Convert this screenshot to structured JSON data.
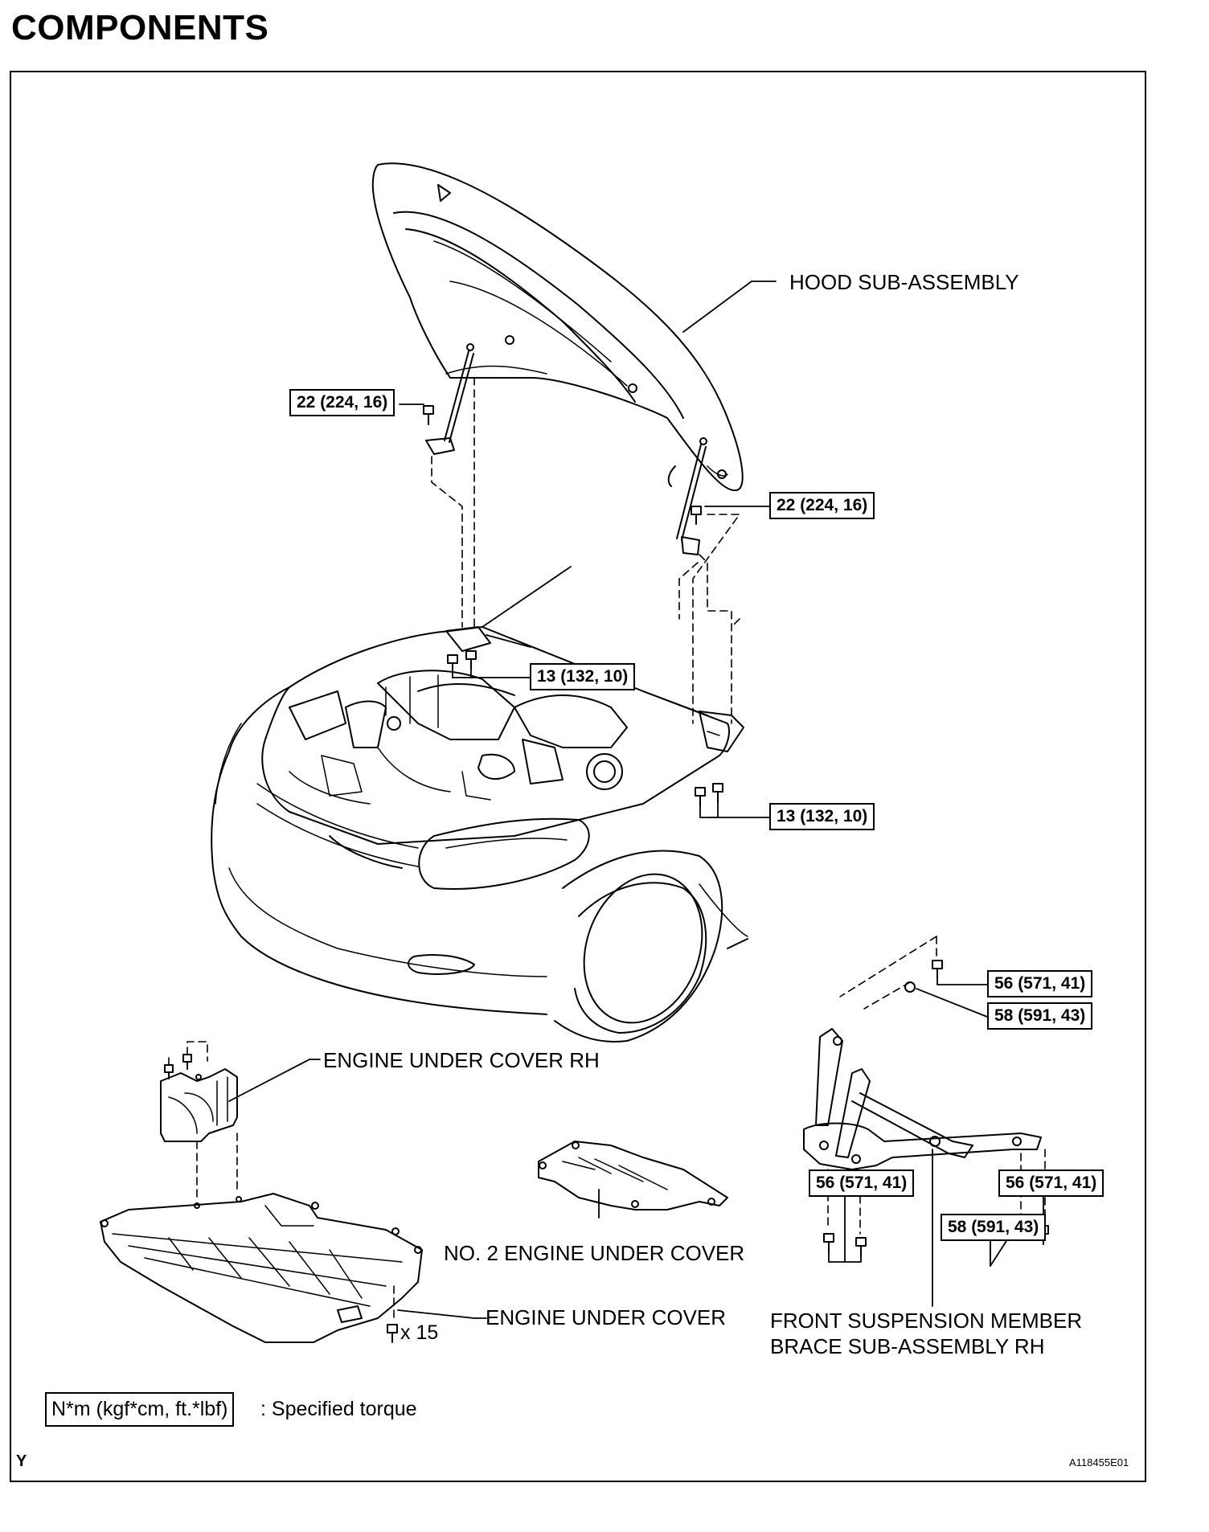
{
  "title": "COMPONENTS",
  "labels": {
    "hood": "HOOD SUB-ASSEMBLY",
    "engine_under_cover_rh": "ENGINE UNDER COVER RH",
    "no2_engine_under_cover": "NO. 2 ENGINE UNDER COVER",
    "engine_under_cover": "ENGINE UNDER COVER",
    "front_suspension_line1": "FRONT SUSPENSION MEMBER",
    "front_suspension_line2": "BRACE SUB-ASSEMBLY RH",
    "bolt_count": "x 15"
  },
  "torques": {
    "hood_left": "22 (224, 16)",
    "hood_right": "22 (224, 16)",
    "hinge_left": "13 (132, 10)",
    "hinge_right": "13 (132, 10)",
    "brace_top_bolt": "56 (571, 41)",
    "brace_top_nut": "58 (591, 43)",
    "brace_left_bolts": "56 (571, 41)",
    "brace_right_bolt": "56 (571, 41)",
    "brace_right_nut": "58 (591, 43)"
  },
  "legend": {
    "box": "N*m (kgf*cm, ft.*lbf)",
    "text": ": Specified torque"
  },
  "footer": {
    "left_mark": "Y",
    "figure_id": "A118455E01"
  }
}
